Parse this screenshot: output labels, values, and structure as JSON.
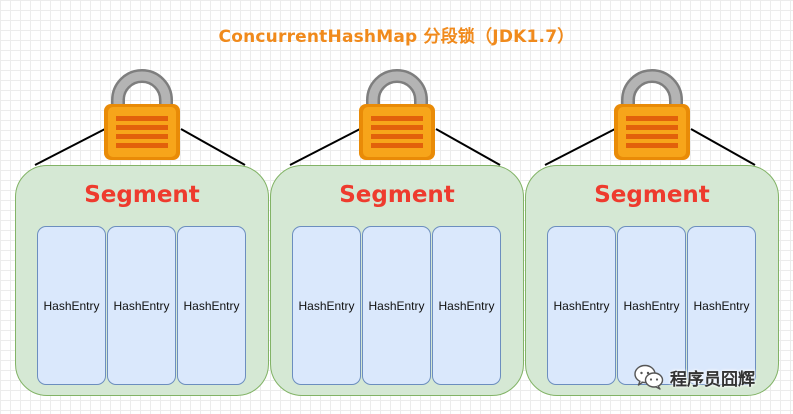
{
  "title": "ConcurrentHashMap 分段锁（JDK1.7）",
  "segments": [
    {
      "label": "Segment",
      "entries": [
        "HashEntry",
        "HashEntry",
        "HashEntry"
      ]
    },
    {
      "label": "Segment",
      "entries": [
        "HashEntry",
        "HashEntry",
        "HashEntry"
      ]
    },
    {
      "label": "Segment",
      "entries": [
        "HashEntry",
        "HashEntry",
        "HashEntry"
      ]
    }
  ],
  "lock_icon": "padlock-icon",
  "watermark": {
    "icon": "wechat-icon",
    "text": "程序员囧辉"
  },
  "colors": {
    "title": "#f08a1c",
    "segment_fill": "#d5e8d4",
    "segment_border": "#82b366",
    "segment_label": "#ee3b2e",
    "entry_fill": "#dae8fc",
    "entry_border": "#6c8ebf",
    "lock_body": "#f6a10a",
    "lock_shackle": "#a8a8a8"
  }
}
